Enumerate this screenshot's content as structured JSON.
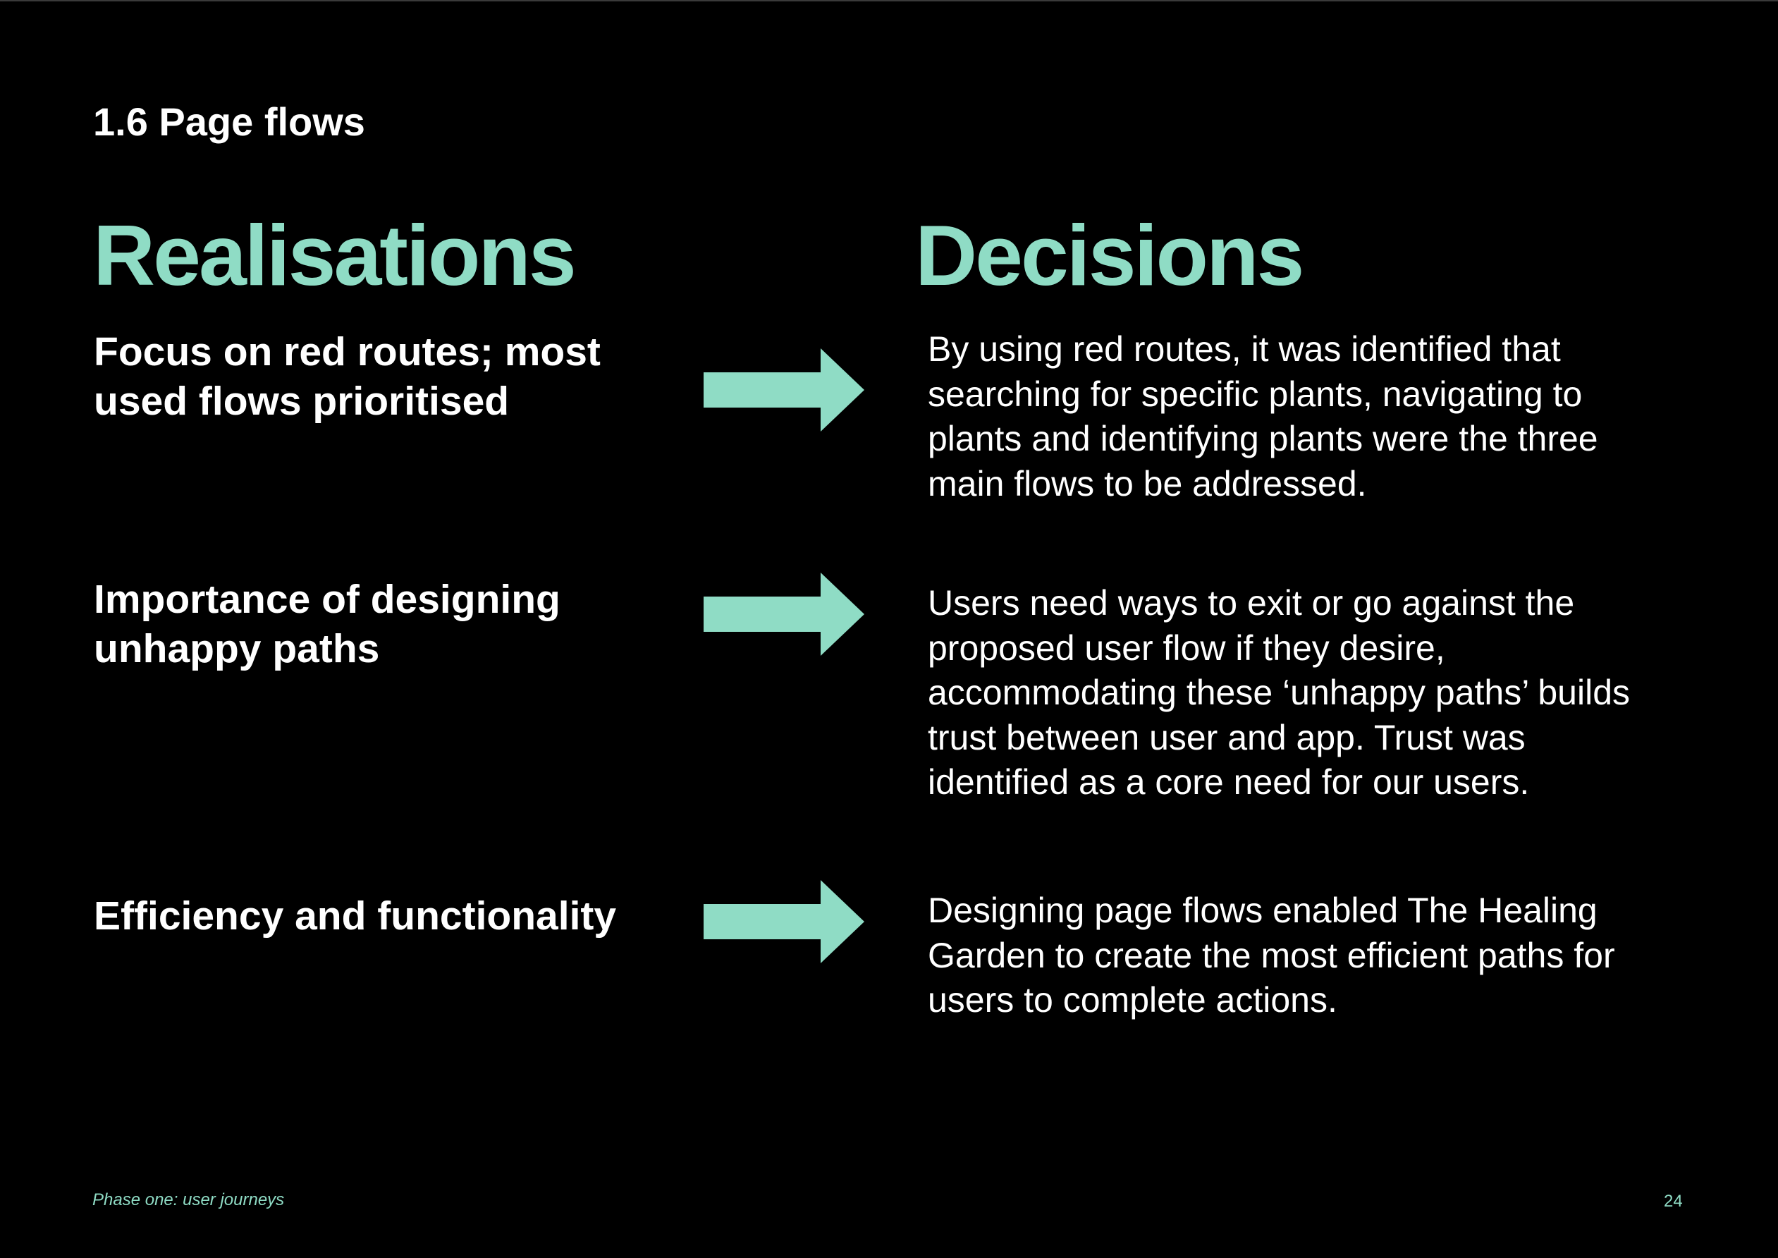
{
  "theme": {
    "background": "#000000",
    "accent": "#8fdcc5",
    "text": "#ffffff"
  },
  "section_title": "1.6 Page flows",
  "columns": {
    "left_heading": "Realisations",
    "right_heading": "Decisions"
  },
  "rows": [
    {
      "realisation": "Focus on red routes; most used flows prioritised",
      "decision": "By using red routes, it was identified that searching for specific plants, navigating to plants and identifying plants were the three main flows to be addressed."
    },
    {
      "realisation": "Importance of designing unhappy paths",
      "decision": "Users need ways to exit or go against the proposed user flow if they desire, accommodating these ‘unhappy paths’ builds trust between user and app. Trust was identified as a core need for our users."
    },
    {
      "realisation": "Efficiency and functionality",
      "decision": "Designing page flows enabled The Healing Garden to create the most efficient paths for users to complete actions."
    }
  ],
  "footer": {
    "label": "Phase one: user journeys",
    "page_number": "24"
  }
}
